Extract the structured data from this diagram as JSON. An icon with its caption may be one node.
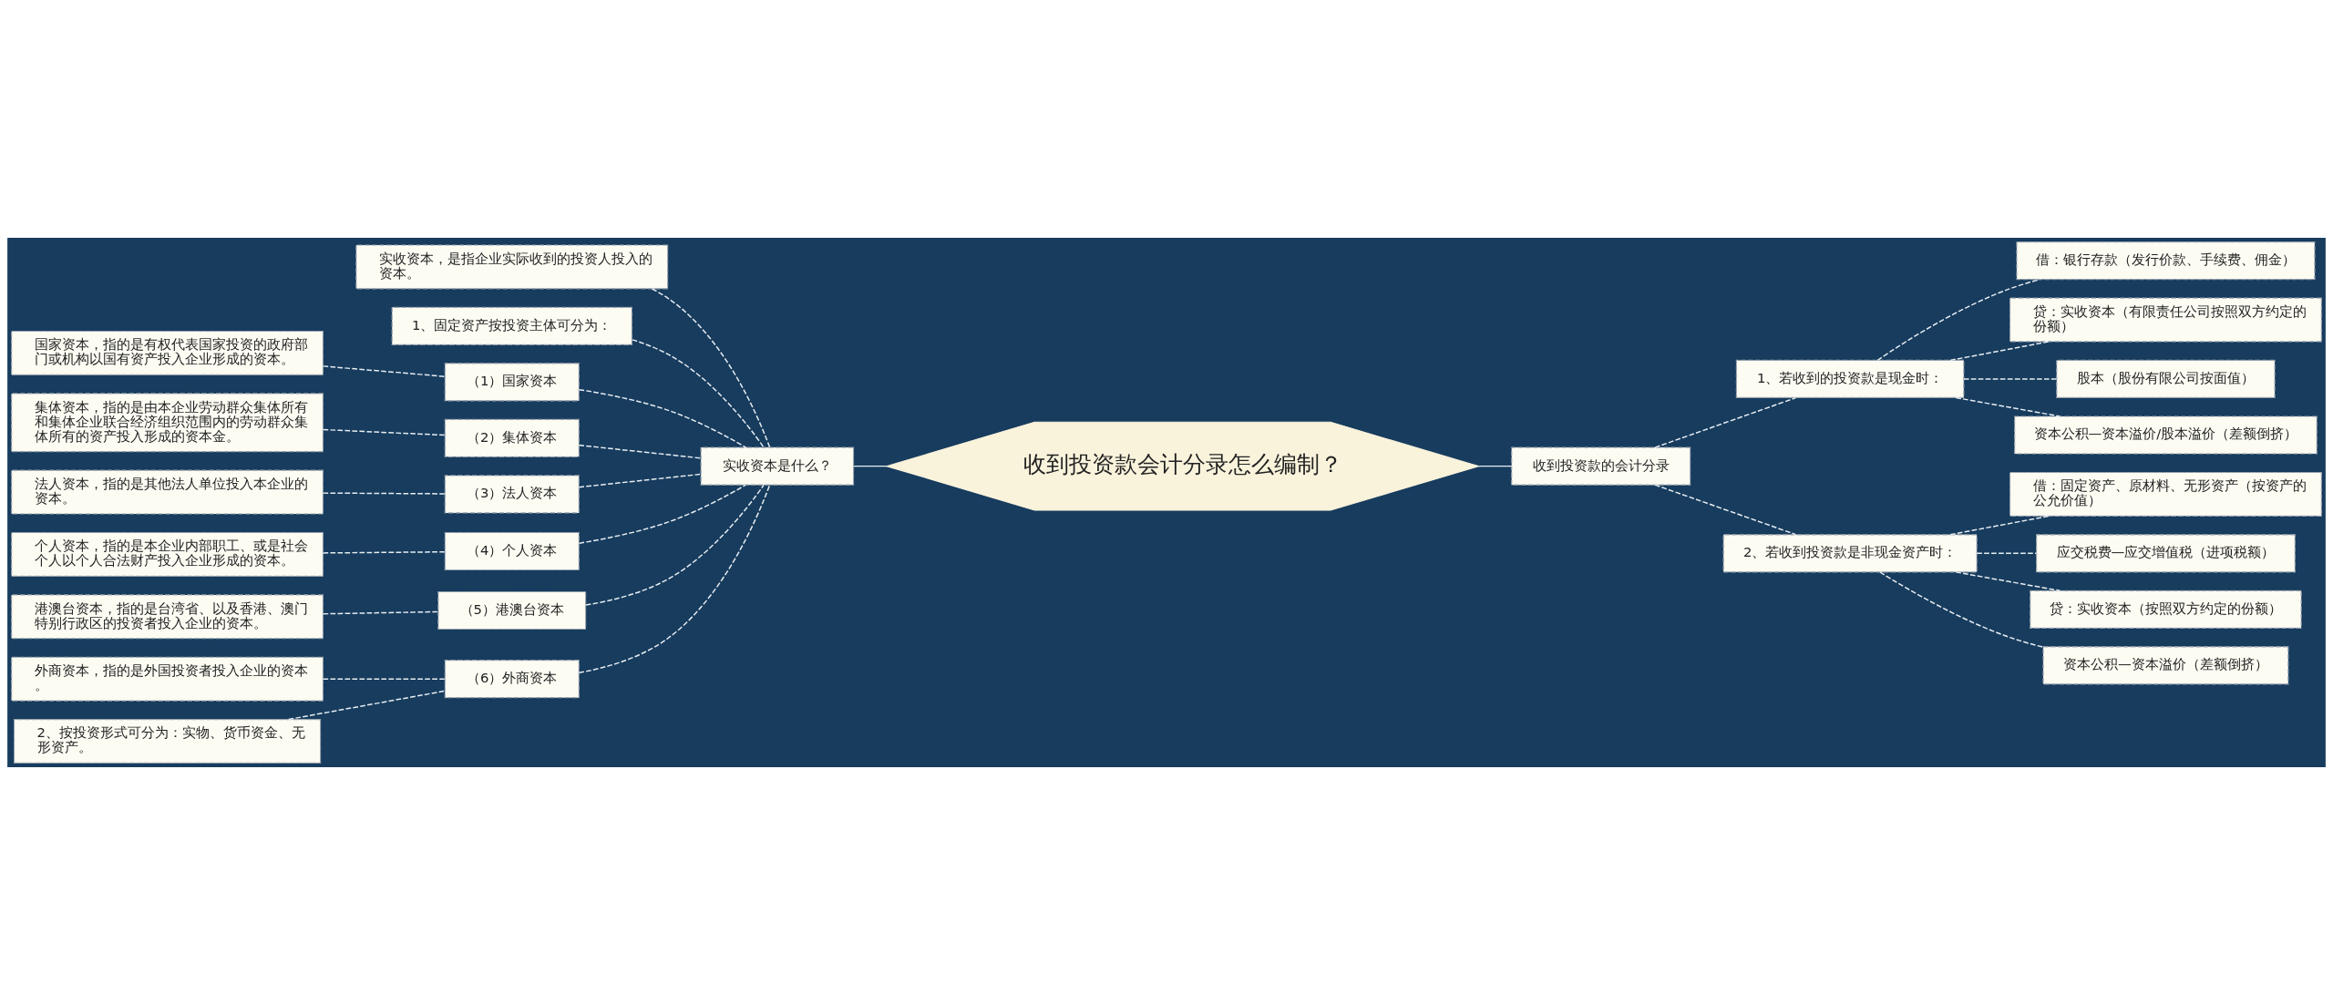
{
  "diagram": {
    "nodes": [
      {
        "text": [
          "收到投资款会计分录怎么编制？"
        ]
      },
      {
        "text": [
          "实收资本是什么？"
        ]
      },
      {
        "text": [
          "实收资本，是指企业实际收到的投资人投入的资本。"
        ]
      },
      {
        "text": [
          "1、固定资产按投资主体可分为："
        ]
      },
      {
        "text": [
          "（1）国家资本"
        ]
      },
      {
        "text": [
          "国家资本，指的是有权代表国家投资的政府部门或机构以国有资产投入企业形成的资本。"
        ]
      },
      {
        "text": [
          "（2）集体资本"
        ]
      },
      {
        "text": [
          "集体资本，指的是由本企业劳动群众集体所有和集体企业联合经济组织范围内的劳动群众集体所有的资产投入形成的资本金。"
        ]
      },
      {
        "text": [
          "（3）法人资本"
        ]
      },
      {
        "text": [
          "法人资本，指的是其他法人单位投入本企业的资本。"
        ]
      },
      {
        "text": [
          "（4）个人资本"
        ]
      },
      {
        "text": [
          "个人资本，指的是本企业内部职工、或是社会个人以个人合法财产投入企业形成的资本。"
        ]
      },
      {
        "text": [
          "（5）港澳台资本"
        ]
      },
      {
        "text": [
          "港澳台资本，指的是台湾省、以及香港、澳门特别行政区的投资者投入企业的资本。"
        ]
      },
      {
        "text": [
          "（6）外商资本"
        ]
      },
      {
        "text": [
          "外商资本，指的是外国投资者投入企业的资本。"
        ]
      },
      {
        "text": [
          "2、按投资形式可分为：实物、货币资金、无形资产。"
        ]
      },
      {
        "text": [
          "收到投资款的会计分录"
        ]
      },
      {
        "text": [
          "1、若收到的投资款是现金时："
        ]
      },
      {
        "text": [
          "借：银行存款（发行价款、手续费、佣金）"
        ]
      },
      {
        "text": [
          "贷：实收资本（有限责任公司按照双方约定的份额）"
        ]
      },
      {
        "text": [
          "股本（股份有限公司按面值）"
        ]
      },
      {
        "text": [
          "资本公积—资本溢价/股本溢价（差额倒挤）"
        ]
      },
      {
        "text": [
          "2、若收到投资款是非现金资产时："
        ]
      },
      {
        "text": [
          "借：固定资产、原材料、无形资产（按资产的公允价值）"
        ]
      },
      {
        "text": [
          "应交税费—应交增值税（进项税额）"
        ]
      },
      {
        "text": [
          "贷：实收资本（按照双方约定的份额）"
        ]
      },
      {
        "text": [
          "资本公积—资本溢价（差额倒挤）"
        ]
      }
    ],
    "edges": [
      {
        "from": 1,
        "to": 0,
        "arrow": "none"
      },
      {
        "from": 2,
        "to": 1,
        "arrow": "none",
        "style": "dashed"
      },
      {
        "from": 3,
        "to": 1,
        "arrow": "none",
        "style": "dashed"
      },
      {
        "from": 4,
        "to": 1,
        "arrow": "none",
        "style": "dashed"
      },
      {
        "from": 5,
        "to": 4,
        "arrow": "none",
        "style": "dashed"
      },
      {
        "from": 6,
        "to": 1,
        "arrow": "none",
        "style": "dashed"
      },
      {
        "from": 7,
        "to": 6,
        "arrow": "none",
        "style": "dashed"
      },
      {
        "from": 8,
        "to": 1,
        "arrow": "none",
        "style": "dashed"
      },
      {
        "from": 9,
        "to": 8,
        "arrow": "none",
        "style": "dashed"
      },
      {
        "from": 10,
        "to": 1,
        "arrow": "none",
        "style": "dashed"
      },
      {
        "from": 11,
        "to": 10,
        "arrow": "none",
        "style": "dashed"
      },
      {
        "from": 12,
        "to": 1,
        "arrow": "none",
        "style": "dashed"
      },
      {
        "from": 13,
        "to": 12,
        "arrow": "none",
        "style": "dashed"
      },
      {
        "from": 14,
        "to": 1,
        "arrow": "none",
        "style": "dashed"
      },
      {
        "from": 15,
        "to": 14,
        "arrow": "none",
        "style": "dashed"
      },
      {
        "from": 16,
        "to": 14,
        "arrow": "none",
        "style": "dashed"
      },
      {
        "from": 0,
        "to": 17,
        "arrow": "none"
      },
      {
        "from": 17,
        "to": 18,
        "arrow": "none",
        "style": "dashed"
      },
      {
        "from": 18,
        "to": 19,
        "arrow": "none",
        "style": "dashed"
      },
      {
        "from": 18,
        "to": 20,
        "arrow": "none",
        "style": "dashed"
      },
      {
        "from": 18,
        "to": 21,
        "arrow": "none",
        "style": "dashed"
      },
      {
        "from": 18,
        "to": 22,
        "arrow": "none",
        "style": "dashed"
      },
      {
        "from": 17,
        "to": 23,
        "arrow": "none",
        "style": "dashed"
      },
      {
        "from": 23,
        "to": 24,
        "arrow": "none",
        "style": "dashed"
      },
      {
        "from": 23,
        "to": 25,
        "arrow": "none",
        "style": "dashed"
      },
      {
        "from": 23,
        "to": 26,
        "arrow": "none",
        "style": "dashed"
      },
      {
        "from": 23,
        "to": 27,
        "arrow": "none",
        "style": "dashed"
      }
    ]
  }
}
